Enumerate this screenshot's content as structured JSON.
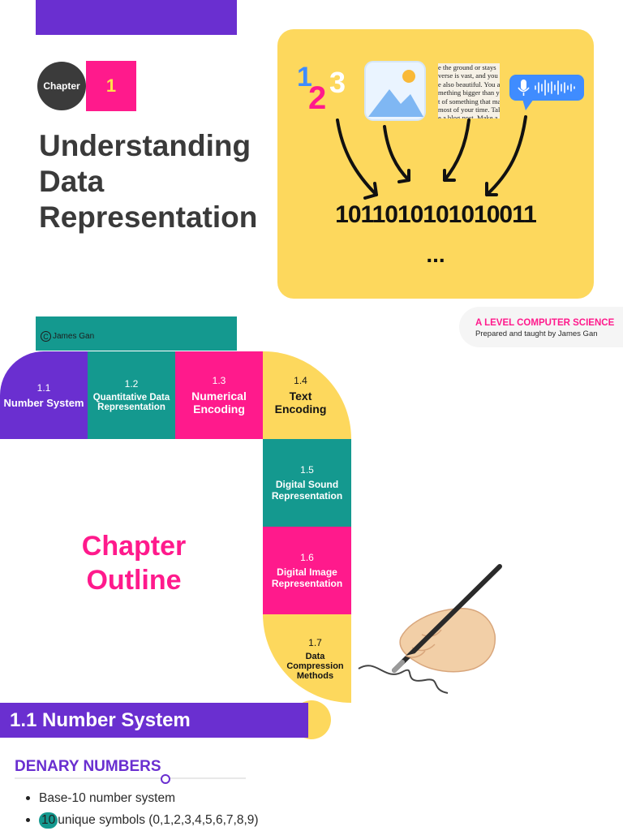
{
  "header": {
    "chapter_label": "Chapter",
    "chapter_number": "1",
    "title": "Understanding Data Representation"
  },
  "hero": {
    "newspaper_text": "e the ground or stays\nverse is vast, and you\ne also beautiful. You a\nmething bigger than yo\nt of something that ma\nmost of your time. Tal\ne a blog post. Make a",
    "binary": "1011010101010011",
    "ellipsis": "...",
    "icons": [
      "numbers-123-icon",
      "image-icon",
      "newspaper-icon",
      "voice-message-icon"
    ]
  },
  "credits": {
    "copyright_symbol": "C",
    "copyright_owner": "James Gan",
    "course_title": "A LEVEL COMPUTER SCIENCE",
    "course_subtitle": "Prepared and taught by James Gan"
  },
  "outline": {
    "title_line1": "Chapter",
    "title_line2": "Outline",
    "items": [
      {
        "number": "1.1",
        "label": "Number System"
      },
      {
        "number": "1.2",
        "label": "Quantitative Data Representation"
      },
      {
        "number": "1.3",
        "label": "Numerical Encoding"
      },
      {
        "number": "1.4",
        "label": "Text Encoding"
      },
      {
        "number": "1.5",
        "label": "Digital Sound Representation"
      },
      {
        "number": "1.6",
        "label": "Digital Image Representation"
      },
      {
        "number": "1.7",
        "label": "Data Compression Methods"
      }
    ]
  },
  "section": {
    "title": "1.1 Number System",
    "subheading": "DENARY NUMBERS",
    "bullets": [
      {
        "text": "Base-10 number system"
      },
      {
        "highlight": "10",
        "text": "unique symbols (0,1,2,3,4,5,6,7,8,9)"
      }
    ]
  },
  "colors": {
    "purple": "#6a2fd0",
    "pink": "#ff1a8c",
    "teal": "#14998f",
    "yellow": "#fdd85d",
    "dark": "#3a3a3a"
  }
}
